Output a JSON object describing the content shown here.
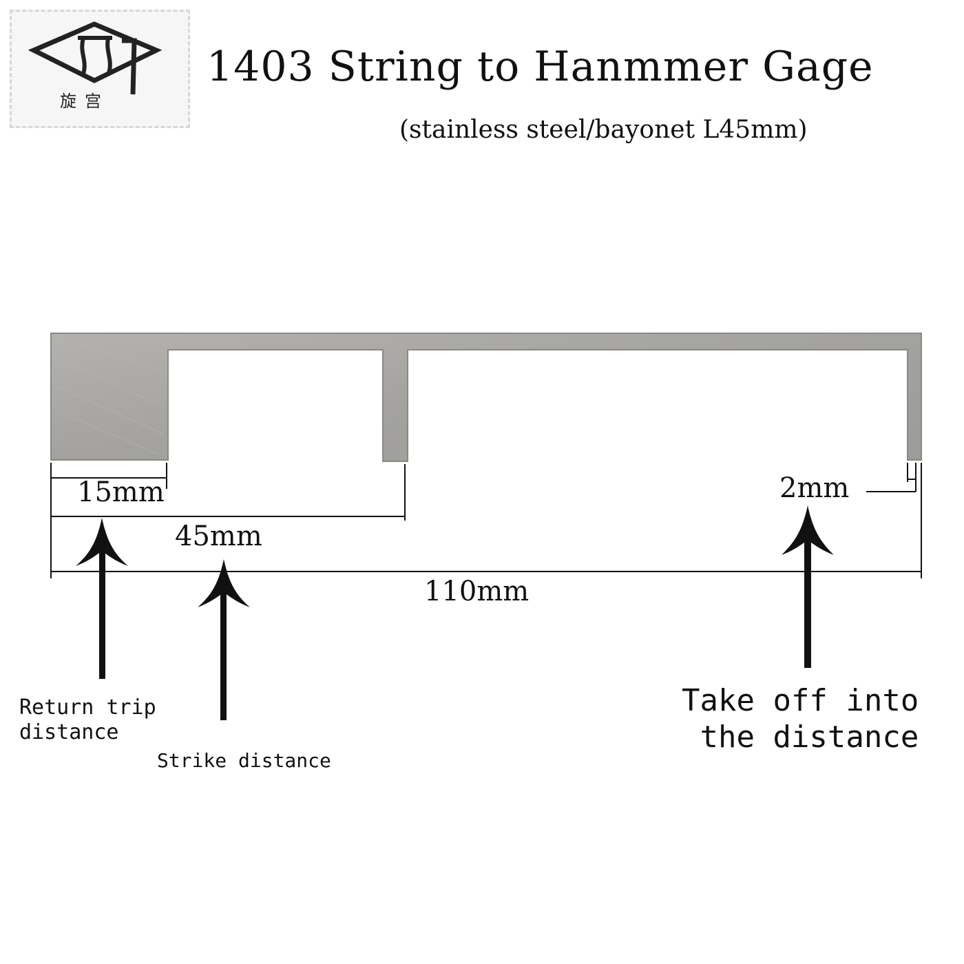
{
  "header": {
    "title": "1403 String to Hanmmer Gage",
    "subtitle": "(stainless steel/bayonet L45mm)"
  },
  "logo": {
    "icon": "brand-logo-icon",
    "text": "旋宫"
  },
  "dimensions": {
    "d15": "15mm",
    "d45": "45mm",
    "d110": "110mm",
    "d2": "2mm"
  },
  "callouts": {
    "return_trip": "Return trip\ndistance",
    "strike": "Strike distance",
    "take_off": "Take off into\nthe distance"
  },
  "colors": {
    "steel": "#a7a6a2",
    "steel_dark": "#8f8e8a",
    "ink": "#111111"
  }
}
